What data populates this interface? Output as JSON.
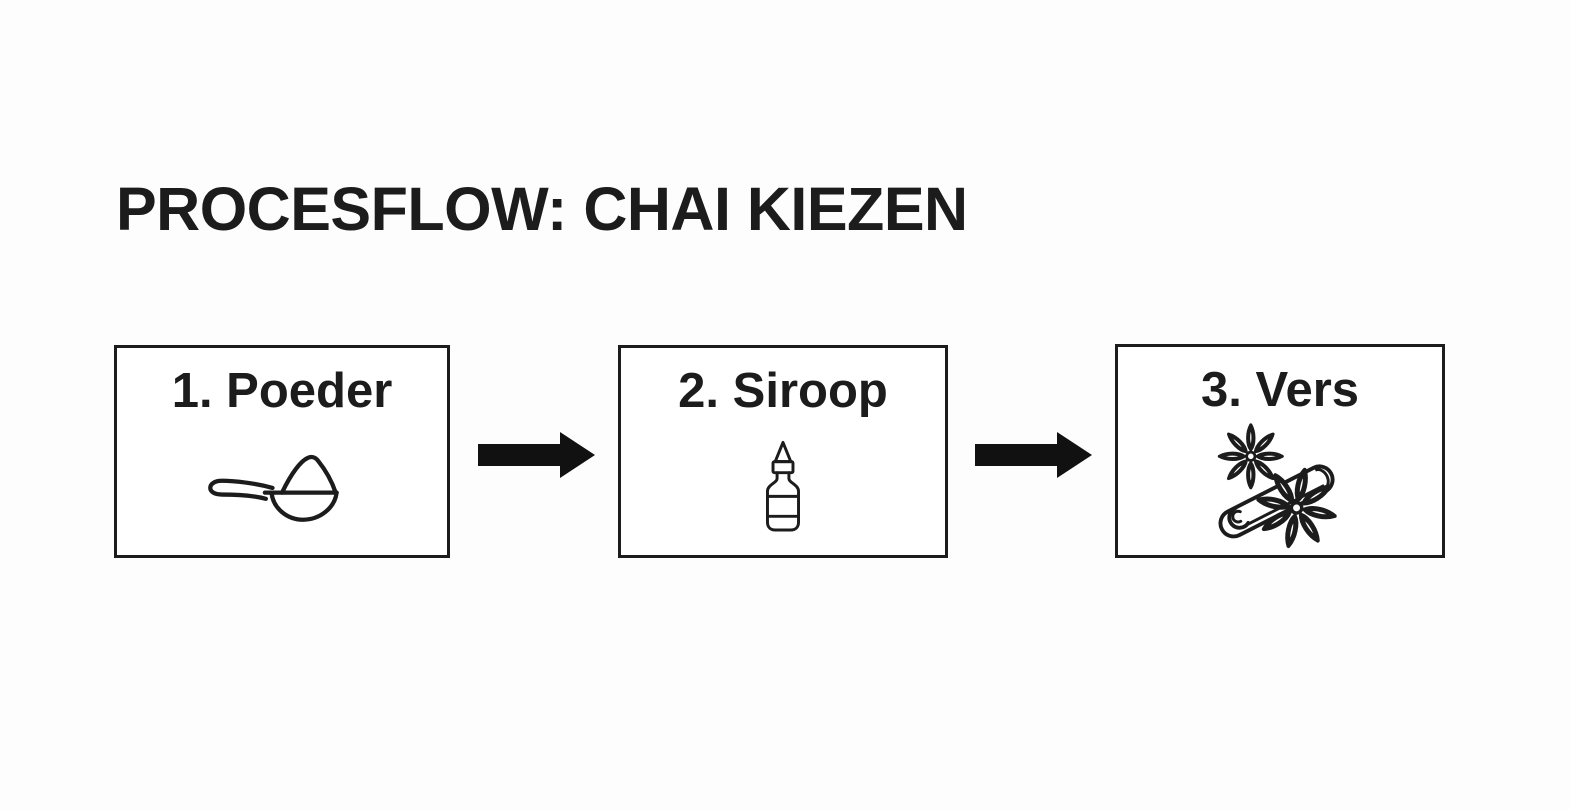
{
  "title": "PROCESFLOW: CHAI KIEZEN",
  "flow": {
    "steps": [
      {
        "label": "1. Poeder",
        "icon": "spoon-powder-icon"
      },
      {
        "label": "2. Siroop",
        "icon": "dropper-bottle-icon"
      },
      {
        "label": "3. Vers",
        "icon": "star-anise-cinnamon-icon"
      }
    ],
    "connector_icon": "arrow-right-icon",
    "connector_count": 2
  },
  "colors": {
    "ink": "#1c1c1c",
    "background": "#fdfdfd",
    "box_background": "#ffffff",
    "box_border": "#1c1c1c"
  }
}
